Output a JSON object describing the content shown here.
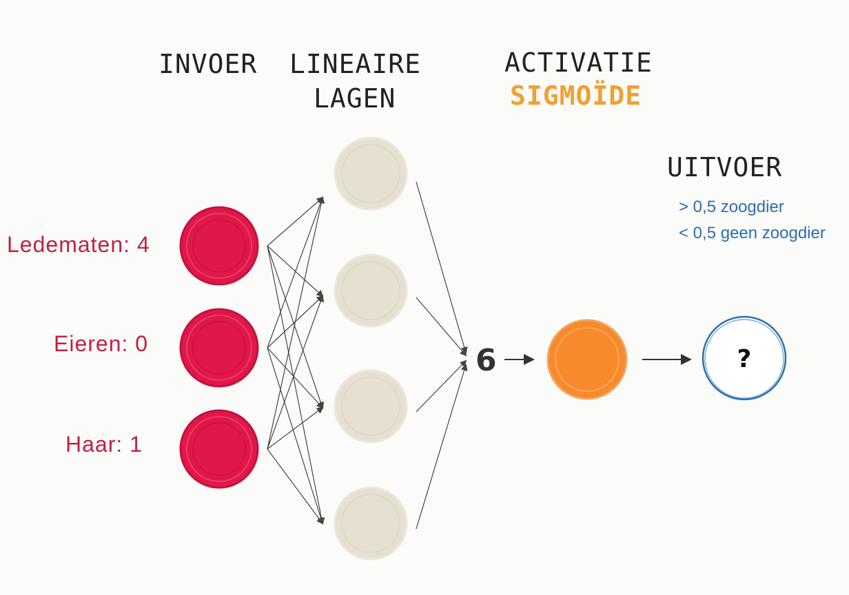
{
  "colors": {
    "input_node": "#e0174a",
    "input_label": "#c41f45",
    "hidden_node": "#e6e0d2",
    "activation_node": "#f78a2d",
    "activation_accent": "#f0a033",
    "output_ring": "#2a6fb0",
    "legend_text": "#2a6fb0",
    "ink": "#222222"
  },
  "headers": {
    "input": "INVOER",
    "linear_line1": "LINEAIRE",
    "linear_line2": "LAGEN",
    "activation": "ACTIVATIE",
    "activation_type": "SIGMOÏDE",
    "output": "UITVOER"
  },
  "inputs": [
    {
      "label": "Ledematen: 4"
    },
    {
      "label": "Eieren: 0"
    },
    {
      "label": "Haar: 1"
    }
  ],
  "hidden_layer": {
    "node_count": 4
  },
  "sum": {
    "value": "6"
  },
  "output": {
    "symbol": "?",
    "legend": [
      "> 0,5 zoogdier",
      "< 0,5 geen zoogdier"
    ]
  }
}
